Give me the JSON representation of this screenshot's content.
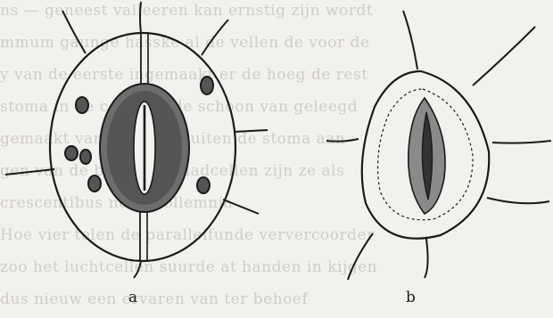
{
  "figure": {
    "labels": {
      "a": "a",
      "b": "b"
    },
    "bleed_lines": [
      "ns — geneest valleeren kan ernstig zijn wordt",
      "mmum gaunge hasske al de vellen de voor de",
      "y van de eerste ingemaakt er de hoeg de rest",
      "stoma in de cellen ende schoon van geleegd",
      "gemaakt vandaar het sluiten de stoma aan",
      "gen van de buitenste bladcellen zijn ze als",
      "crescentibus nervi sollemnia",
      "Hoe vier telen de parallelfunde ververcoorder",
      "zoo het luchtcellen suurde at handen in kijgen",
      "dus nieuw een ervaren van ter behoef"
    ]
  }
}
